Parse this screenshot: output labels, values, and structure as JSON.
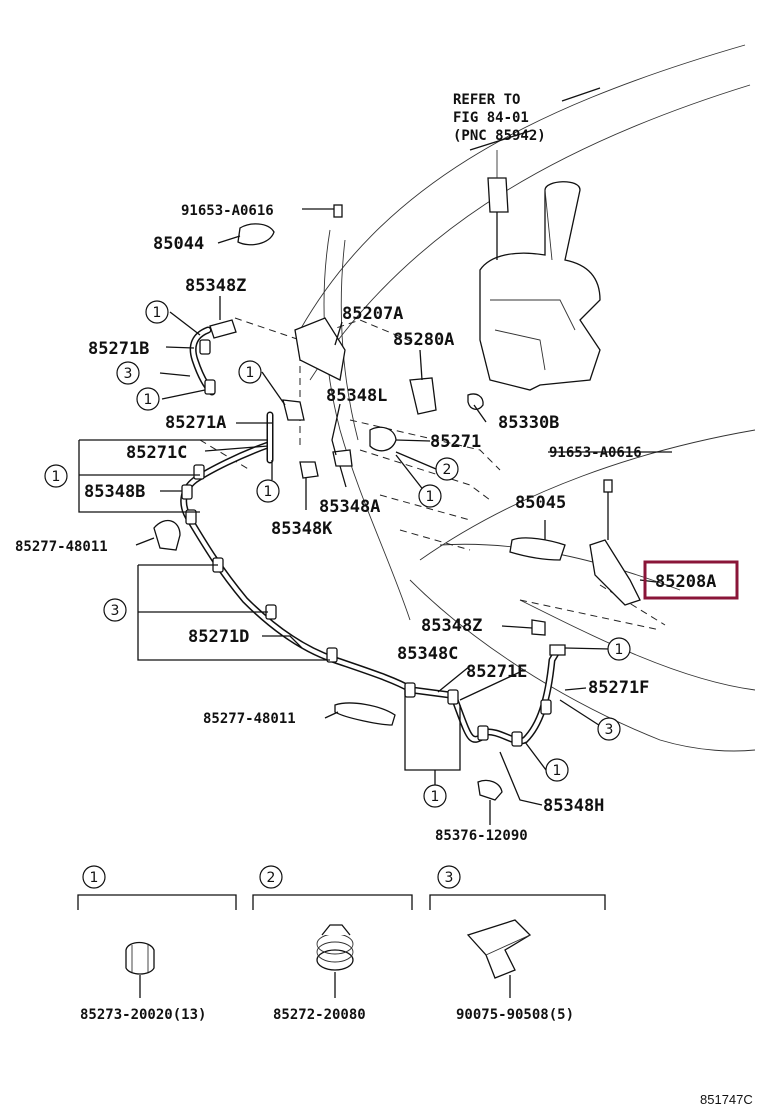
{
  "refer": {
    "line1": "REFER TO",
    "line2": "FIG 84-01",
    "line3": "(PNC 85942)"
  },
  "parts": {
    "p91653_a0616_top": "91653-A0616",
    "p85044": "85044",
    "p85348z_top": "85348Z",
    "p85271b": "85271B",
    "p85271a": "85271A",
    "p85271c": "85271C",
    "p85348b": "85348B",
    "p85277_48011_top": "85277-48011",
    "p85271d": "85271D",
    "p85277_48011_bot": "85277-48011",
    "p85207a": "85207A",
    "p85280a": "85280A",
    "p85348l": "85348L",
    "p85330b": "85330B",
    "p85271": "85271",
    "p85348a": "85348A",
    "p85348k": "85348K",
    "p91653_a0616_right": "91653-A0616",
    "p85045": "85045",
    "p85208a": "85208A",
    "p85348z_mid": "85348Z",
    "p85348c": "85348C",
    "p85271e": "85271E",
    "p85271f": "85271F",
    "p85348h": "85348H",
    "p85376_12090": "85376-12090"
  },
  "legend": [
    {
      "ref": "1",
      "part": "85273-20020(13)"
    },
    {
      "ref": "2",
      "part": "85272-20080"
    },
    {
      "ref": "3",
      "part": "90075-90508(5)"
    }
  ],
  "callouts": {
    "one": "1",
    "two": "2",
    "three": "3"
  },
  "figure_id": "851747C",
  "colors": {
    "highlight": "#8a1538",
    "ink": "#111111"
  }
}
